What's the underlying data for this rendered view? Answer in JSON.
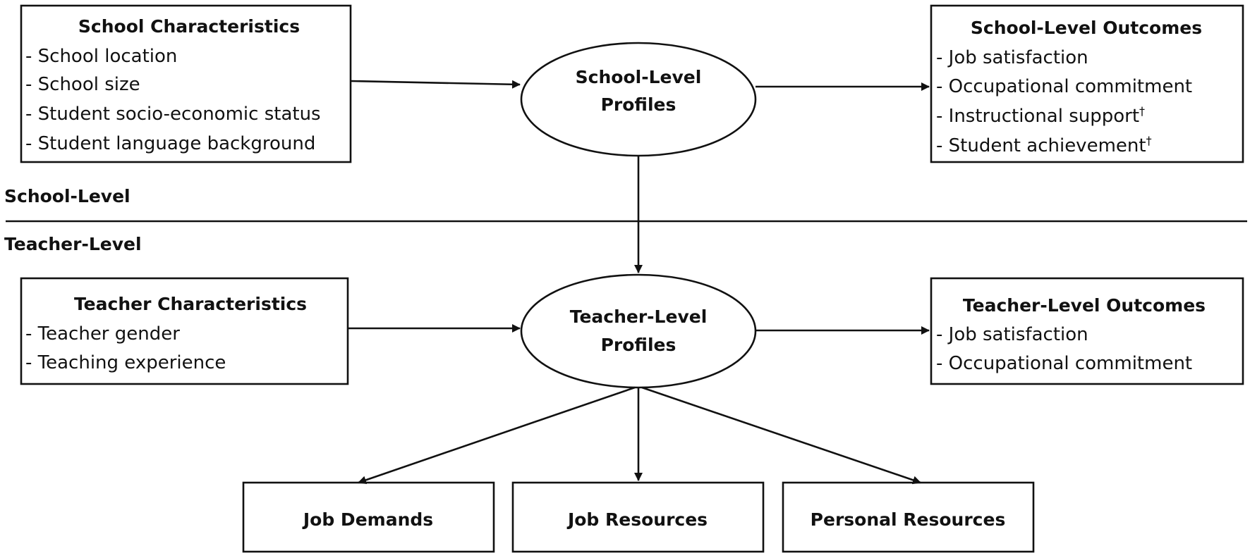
{
  "school_characteristics": {
    "title": "School Characteristics",
    "items": [
      "- School location",
      "- School size",
      "- Student socio-economic status",
      "- Student language background"
    ]
  },
  "school_level_profiles": {
    "line1": "School-Level",
    "line2": "Profiles"
  },
  "school_level_outcomes": {
    "title": "School-Level Outcomes",
    "items": [
      "- Job satisfaction",
      "- Occupational commitment",
      "- Instructional support",
      "- Student achievement"
    ],
    "dagger": "†"
  },
  "levels": {
    "school": "School-Level",
    "teacher": "Teacher-Level"
  },
  "teacher_characteristics": {
    "title": "Teacher Characteristics",
    "items": [
      "- Teacher gender",
      "- Teaching experience"
    ]
  },
  "teacher_level_profiles": {
    "line1": "Teacher-Level",
    "line2": "Profiles"
  },
  "teacher_level_outcomes": {
    "title": "Teacher-Level Outcomes",
    "items": [
      "- Job satisfaction",
      "- Occupational commitment"
    ]
  },
  "bottom_boxes": {
    "job_demands": "Job Demands",
    "job_resources": "Job Resources",
    "personal_resources": "Personal Resources"
  }
}
